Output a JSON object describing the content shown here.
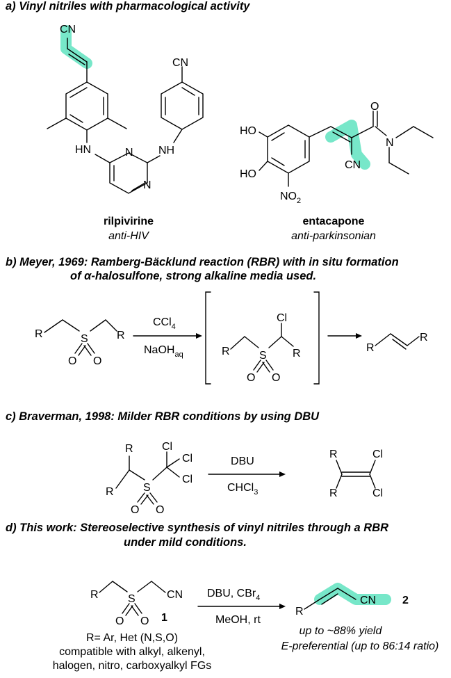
{
  "sections": {
    "a_title": "a) Vinyl nitriles with pharmacological activity",
    "b_title_1": "b) Meyer, 1969:  Ramberg-Bäcklund reaction (RBR) with in situ formation",
    "b_title_2": "of α-halosulfone, strong alkaline media used.",
    "c_title": "c) Braverman, 1998:  Milder RBR conditions by using DBU",
    "d_title_1": "d) This work: Stereoselective synthesis of vinyl nitriles through a RBR",
    "d_title_2": "under mild conditions."
  },
  "molecules": {
    "rilpivirine_name": "rilpivirine",
    "rilpivirine_activity": "anti-HIV",
    "entacapone_name": "entacapone",
    "entacapone_activity": "anti-parkinsonian"
  },
  "atoms": {
    "cn": "CN",
    "hn": "HN",
    "nh": "NH",
    "n": "N",
    "ho": "HO",
    "o": "O",
    "no2": "NO",
    "no2_sub": "2",
    "r": "R",
    "s": "S",
    "cl": "Cl"
  },
  "reactions": {
    "b_reagent_top": "CCl",
    "b_reagent_top_sub": "4",
    "b_reagent_bottom": "NaOH",
    "b_reagent_bottom_sub": "aq",
    "c_reagent_top": "DBU",
    "c_reagent_bottom": "CHCl",
    "c_reagent_bottom_sub": "3",
    "d_reagent_top": "DBU, CBr",
    "d_reagent_top_sub": "4",
    "d_reagent_bottom": "MeOH, rt",
    "d_compound_1": "1",
    "d_compound_2": "2",
    "d_yield": "up to ~88% yield",
    "d_selectivity": "E-preferential (up to 86:14 ratio)",
    "d_scope_1": "R= Ar, Het (N,S,O)",
    "d_scope_2": "compatible with alkyl, alkenyl,",
    "d_scope_3": "halogen, nitro, carboxyalkyl FGs"
  },
  "colors": {
    "highlight": "#5fe3bf"
  }
}
